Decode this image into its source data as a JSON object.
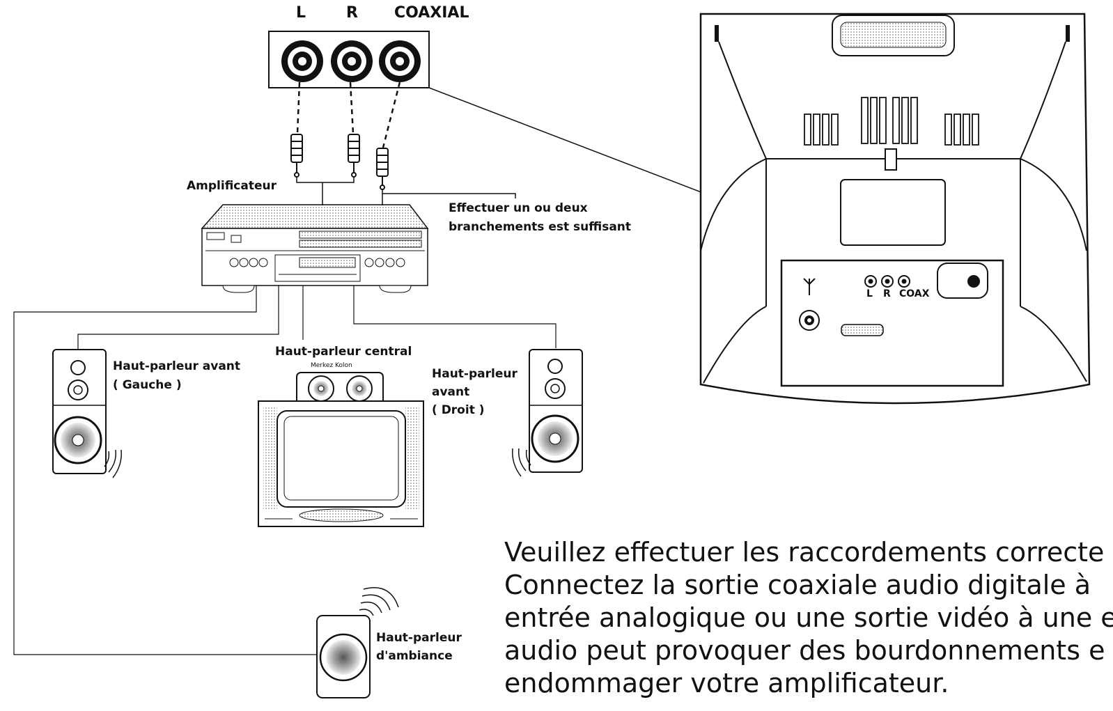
{
  "jacks": {
    "left": "L",
    "right": "R",
    "coaxial": "COAXIAL"
  },
  "labels": {
    "amplifier": "Amplificateur",
    "note": "Effectuer un ou deux\nbranchements est suffisant",
    "front_left": "Haut-parleur avant\n( Gauche )",
    "center": "Haut-parleur central",
    "center_sub": "Merkez Kolon",
    "front_right": "Haut-parleur\navant\n( Droit )",
    "surround": "Haut-parleur\nd'ambiance"
  },
  "tv_panel": {
    "l": "L",
    "r": "R",
    "coax": "COAX"
  },
  "instruction": [
    "Veuillez effectuer les raccordements correcte",
    "Connectez la sortie coaxiale audio digitale à",
    "entrée analogique ou une sortie vidéo à une e",
    "audio peut provoquer des bourdonnements e",
    "endommager votre amplificateur."
  ]
}
